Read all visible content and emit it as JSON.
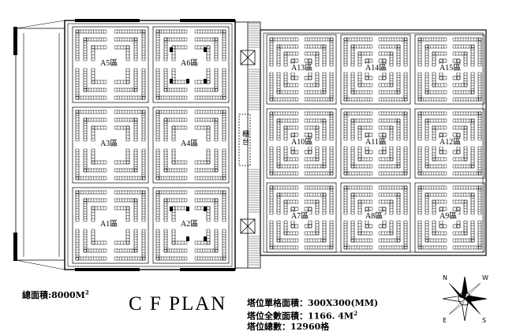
{
  "page": {
    "background": "#ffffff",
    "line_color": "#000000"
  },
  "zones": [
    {
      "id": "A5",
      "label": "A5區",
      "building": "left",
      "row": 0,
      "col": 0
    },
    {
      "id": "A6",
      "label": "A6區",
      "building": "left",
      "row": 0,
      "col": 1
    },
    {
      "id": "A3",
      "label": "A3區",
      "building": "left",
      "row": 1,
      "col": 0
    },
    {
      "id": "A4",
      "label": "A4區",
      "building": "left",
      "row": 1,
      "col": 1
    },
    {
      "id": "A1",
      "label": "A1區",
      "building": "left",
      "row": 2,
      "col": 0
    },
    {
      "id": "A2",
      "label": "A2區",
      "building": "left",
      "row": 2,
      "col": 1
    },
    {
      "id": "A13",
      "label": "A13區",
      "building": "right",
      "row": 0,
      "col": 0
    },
    {
      "id": "A14",
      "label": "A14區",
      "building": "right",
      "row": 0,
      "col": 1
    },
    {
      "id": "A15",
      "label": "A15區",
      "building": "right",
      "row": 0,
      "col": 2
    },
    {
      "id": "A10",
      "label": "A10區",
      "building": "right",
      "row": 1,
      "col": 0
    },
    {
      "id": "A11",
      "label": "A11區",
      "building": "right",
      "row": 1,
      "col": 1
    },
    {
      "id": "A12",
      "label": "A12區",
      "building": "right",
      "row": 1,
      "col": 2
    },
    {
      "id": "A7",
      "label": "A7區",
      "building": "right",
      "row": 2,
      "col": 0
    },
    {
      "id": "A8",
      "label": "A8區",
      "building": "right",
      "row": 2,
      "col": 1
    },
    {
      "id": "A9",
      "label": "A9區",
      "building": "right",
      "row": 2,
      "col": 2
    }
  ],
  "counter_label": "櫃台",
  "total_area": {
    "label": "總面積:",
    "value": "8000M",
    "unit_sup": "2"
  },
  "plan_title": "C F PLAN",
  "stats": {
    "unit_area": "塔位單格面積：300X300(MM)",
    "total_area": "塔位全數面積：1166. 4M",
    "total_area_sup": "2",
    "total_count": "塔位總數：12960格"
  },
  "compass": {
    "n": "N",
    "e": "E",
    "s": "S",
    "w": "W"
  },
  "icons": {
    "elevator": "elevator-cross-icon",
    "compass": "compass-rose-icon"
  }
}
